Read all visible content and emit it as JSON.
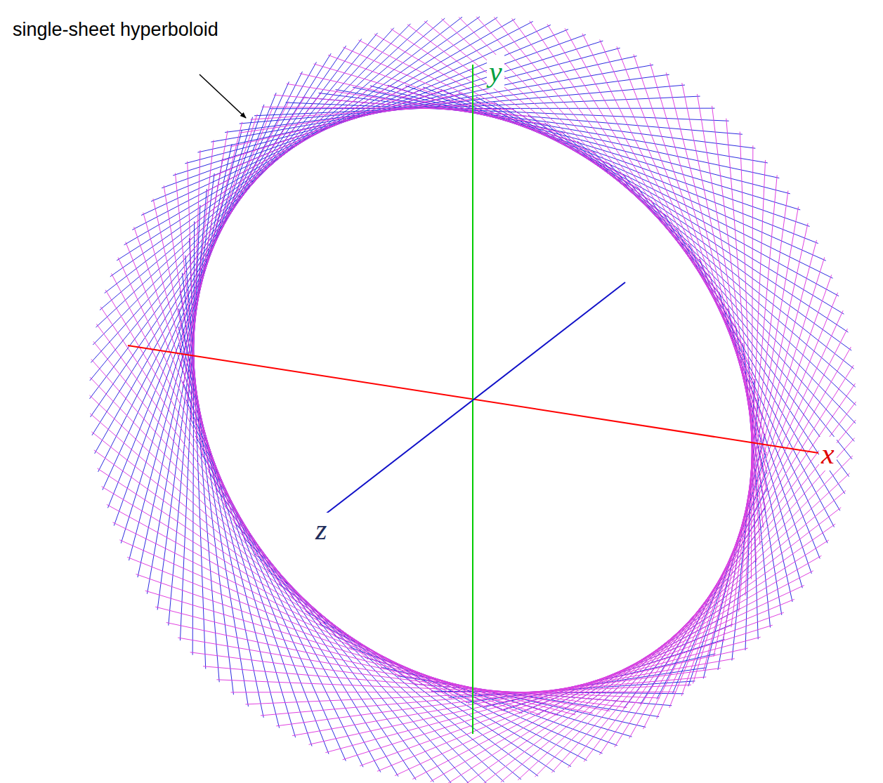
{
  "diagram": {
    "labels": [
      "single-sheet hyperboloid",
      "x",
      "y",
      "z"
    ]
  }
}
